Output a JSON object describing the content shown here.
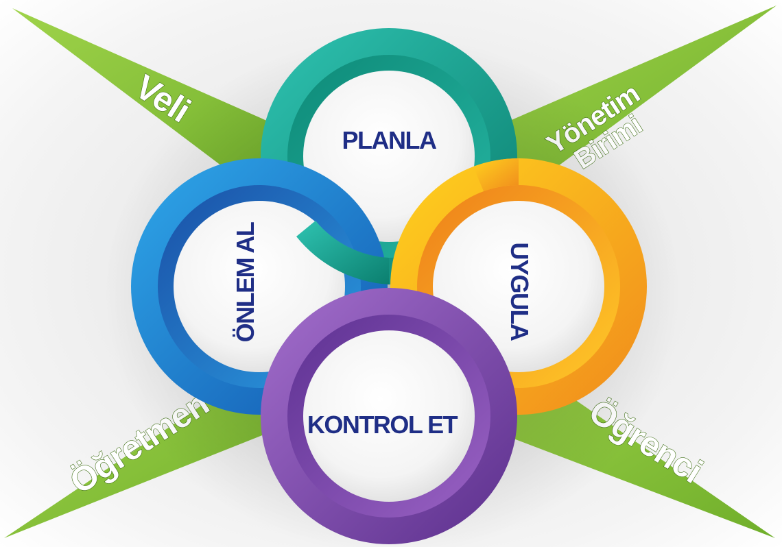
{
  "stakeholders": {
    "veli": "Veli",
    "yonetim_line1": "Yönetim",
    "yonetim_line2": "Birimi",
    "ogretmen": "Öğretmen",
    "ogrenci": "Öğrenci"
  },
  "cycle": {
    "planla": "PLANLA",
    "uygula": "UYGULA",
    "kontrol_et": "KONTROL ET",
    "onlem_al": "ÖNLEM AL"
  },
  "colors": {
    "arm_green": "#8cc63f",
    "arm_green_dark": "#5f9a1f",
    "planla": "#17a28f",
    "uygula": "#f5a623",
    "kontrol_et": "#7b4fa8",
    "onlem_al": "#1a7fd1",
    "label_text": "#1f2e86"
  }
}
